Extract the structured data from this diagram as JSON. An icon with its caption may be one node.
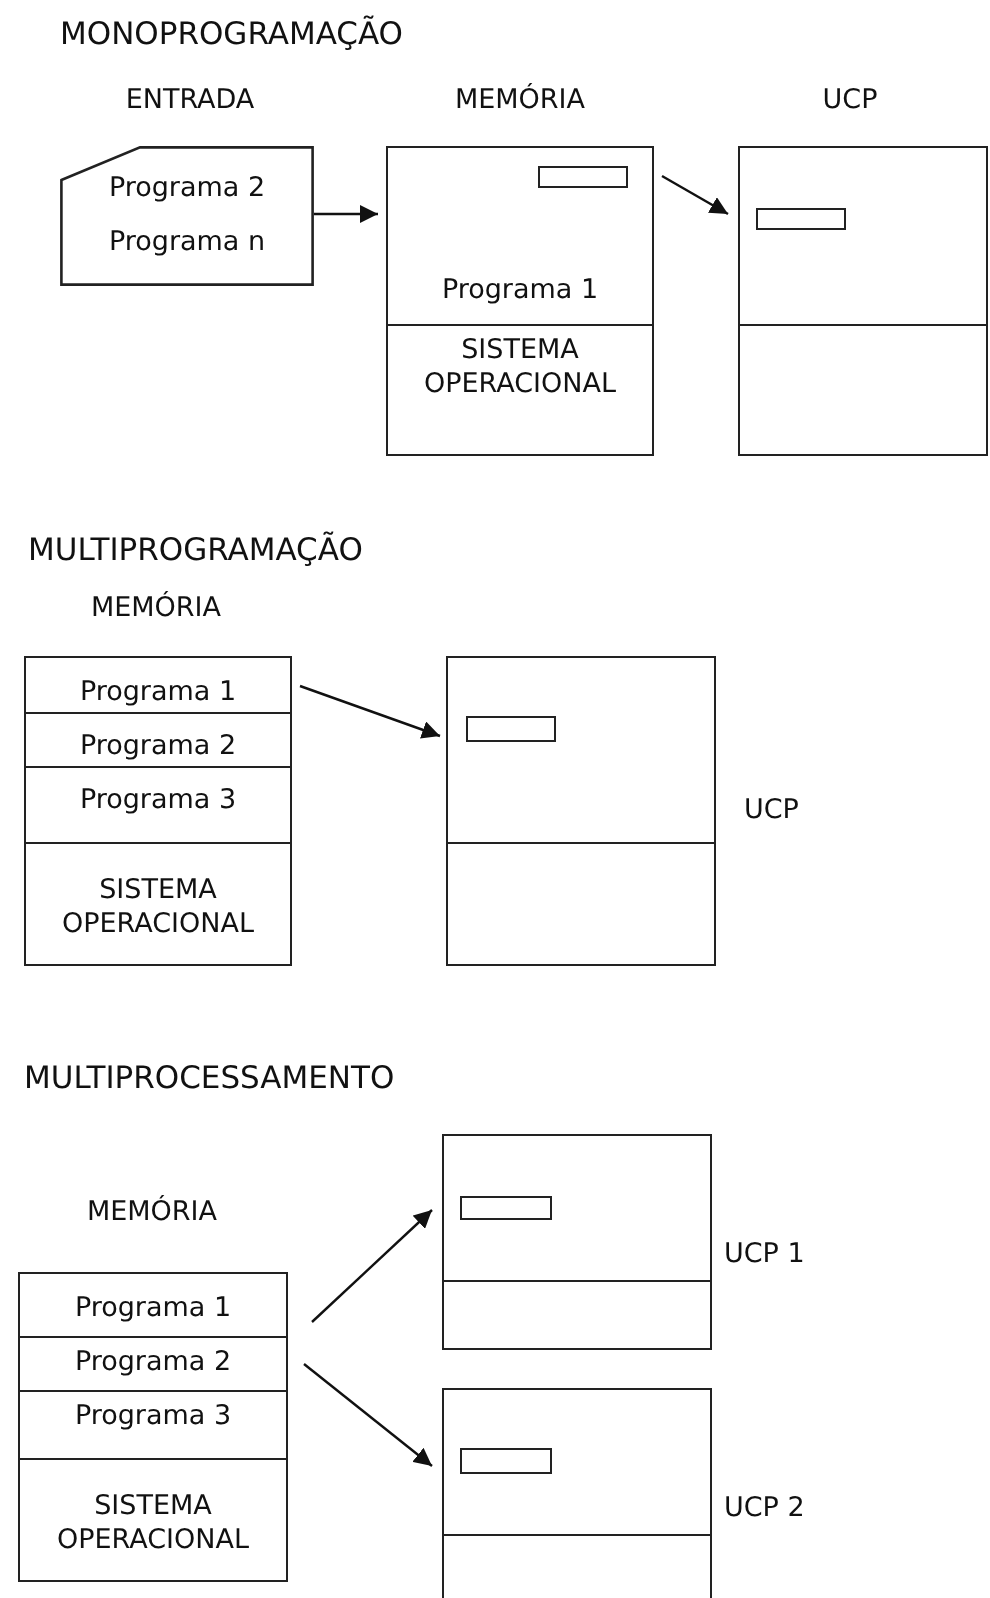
{
  "diagram": {
    "nodes": [
      {
        "text": [
          "Programa 2",
          "Programa n"
        ],
        "beside": [
          "ENTRADA"
        ]
      },
      {
        "text": [
          "Programa 1",
          "SISTEMA OPERACIONAL"
        ],
        "beside": [
          "MEMÓRIA"
        ]
      },
      {
        "text": [],
        "shape": "box",
        "in": 1
      },
      {
        "text": [],
        "shape": "box",
        "beside": [
          "UCP"
        ]
      },
      {
        "text": [],
        "shape": "box",
        "in": 3
      },
      {
        "text": [
          "Programa 1",
          "Programa 2",
          "Programa 3",
          "SISTEMA OPERACIONAL"
        ],
        "beside": [
          "MEMÓRIA"
        ]
      },
      {
        "text": [],
        "shape": "box",
        "beside": [
          "UCP"
        ]
      },
      {
        "text": [],
        "shape": "box",
        "in": 6
      },
      {
        "text": [
          "Programa 1",
          "Programa 2",
          "Programa 3",
          "SISTEMA OPERACIONAL"
        ],
        "beside": [
          "MEMÓRIA"
        ]
      },
      {
        "text": [],
        "shape": "box",
        "beside": [
          "UCP 1"
        ]
      },
      {
        "text": [],
        "shape": "box",
        "in": 9
      },
      {
        "text": [],
        "shape": "box",
        "beside": [
          "UCP 2"
        ]
      },
      {
        "text": [],
        "shape": "box",
        "in": 11
      }
    ],
    "edges": [
      {
        "from": 0,
        "to": 1,
        "arrow": "to"
      },
      {
        "from": 1,
        "to": 3,
        "arrow": "to"
      },
      {
        "from": 5,
        "to": 6,
        "arrow": "to"
      },
      {
        "from": 8,
        "to": 9,
        "arrow": "to"
      },
      {
        "from": 8,
        "to": 11,
        "arrow": "to"
      }
    ],
    "labels": [
      "MONOPROGRAMAÇÃO",
      "MULTIPROGRAMAÇÃO",
      "MULTIPROCESSAMENTO"
    ]
  }
}
